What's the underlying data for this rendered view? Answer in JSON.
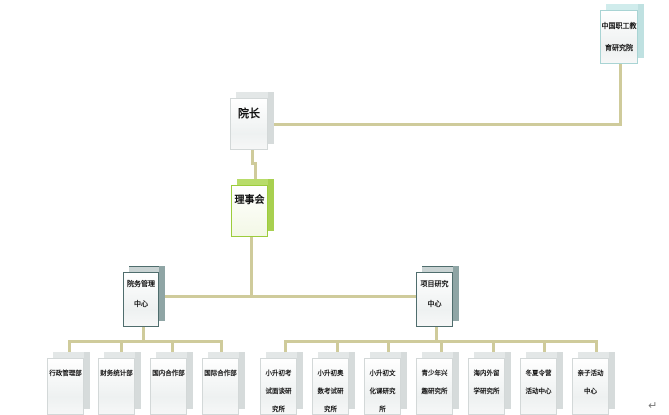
{
  "diagram": {
    "type": "organization-chart",
    "connector_color": "#cfcb9b",
    "nodes": {
      "top_right": [
        "中国职工教",
        "育研究院"
      ],
      "president": [
        "院长"
      ],
      "board": [
        "理事会"
      ],
      "admin_center": [
        "院务管理",
        "中心"
      ],
      "research_center": [
        "项目研究",
        "中心"
      ],
      "admin_departments": [
        [
          "行政管理部"
        ],
        [
          "财务统计部"
        ],
        [
          "国内合作部"
        ],
        [
          "国际合作部"
        ]
      ],
      "research_units": [
        [
          "小升初考",
          "试面谈研",
          "究所"
        ],
        [
          "小升初奥",
          "数考试研",
          "究所"
        ],
        [
          "小升初文",
          "化课研究",
          "所"
        ],
        [
          "青少年兴",
          "趣研究所"
        ],
        [
          "海内外留",
          "学研究所"
        ],
        [
          "冬夏令营",
          "活动中心"
        ],
        [
          "亲子活动",
          "中心"
        ]
      ]
    },
    "paragraph_mark": "↵"
  }
}
